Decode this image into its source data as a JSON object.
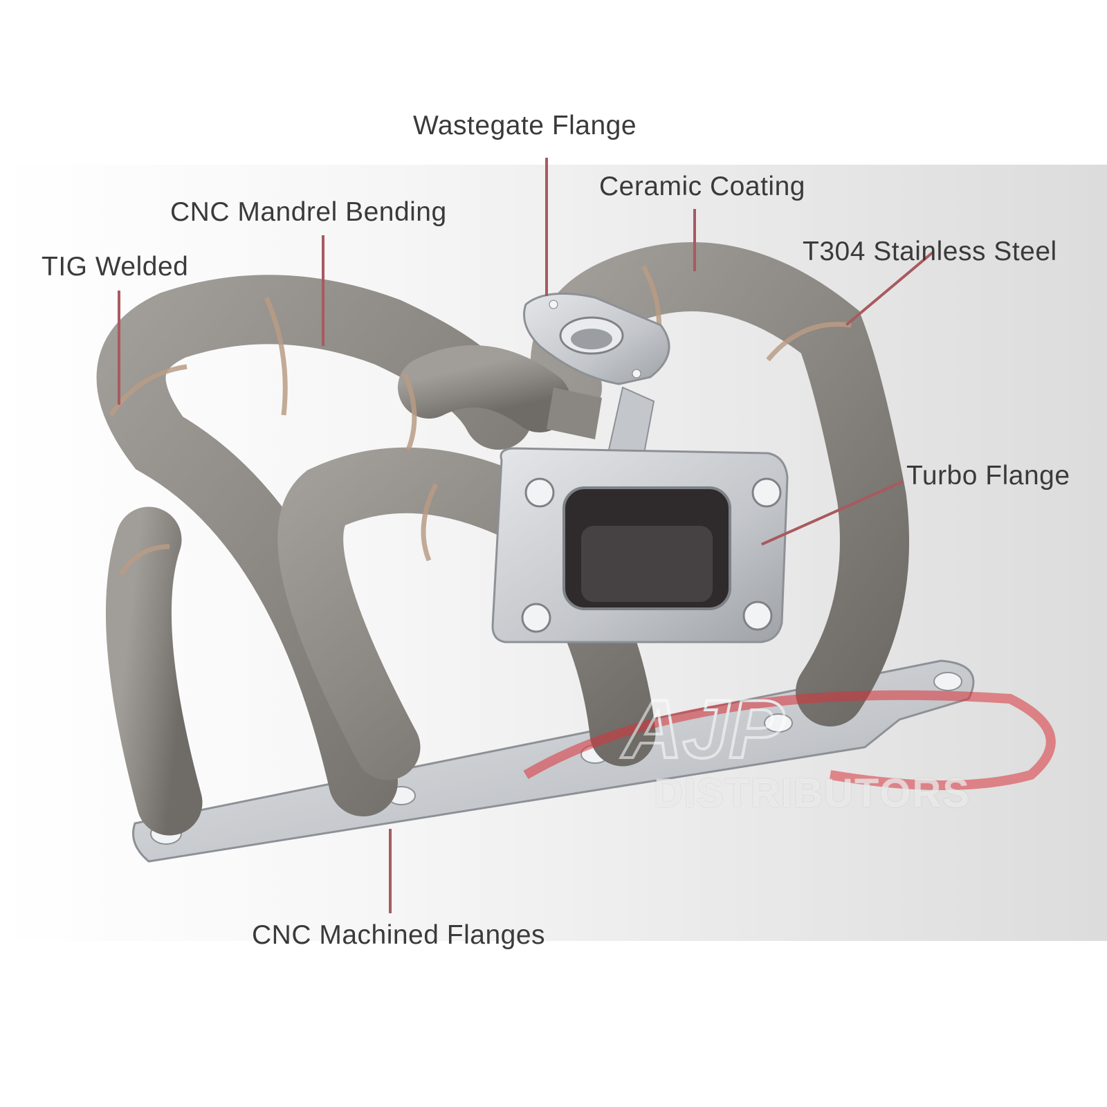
{
  "callouts": {
    "wastegate_flange": "Wastegate Flange",
    "ceramic_coating": "Ceramic Coating",
    "cnc_mandrel_bending": "CNC Mandrel Bending",
    "tig_welded": "TIG Welded",
    "t304_stainless_steel": "T304 Stainless Steel",
    "turbo_flange": "Turbo Flange",
    "cnc_machined_flanges": "CNC Machined Flanges"
  },
  "watermark": {
    "logo_letters": "AJP",
    "text": "DISTRIBUTORS"
  },
  "colors": {
    "leader_line": "#a85a5f",
    "label_text": "#3a3a3a",
    "pipe": "#8e8a85",
    "flange": "#c9ccd0",
    "watermark_red": "#d9333a"
  }
}
